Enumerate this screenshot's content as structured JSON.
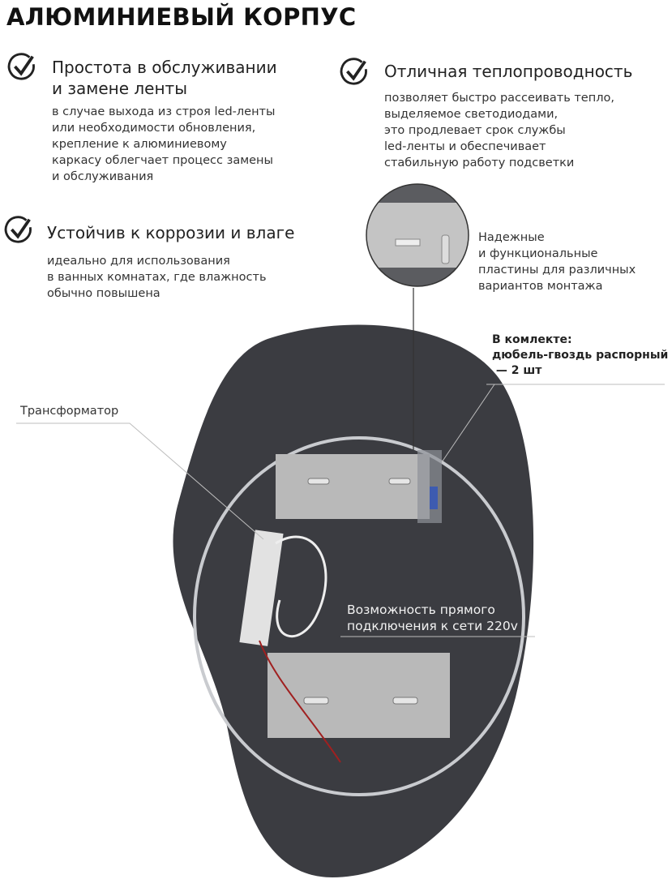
{
  "title": "АЛЮМИНИЕВЫЙ КОРПУС",
  "features": [
    {
      "icon": "check-circle-icon",
      "title_lines": [
        "Простота в обслуживании",
        "и замене ленты"
      ],
      "desc_lines": [
        "в случае выхода из строя led-ленты",
        "или необходимости обновления,",
        "крепление к алюминиевому",
        "каркасу облегчает процесс замены",
        "и обслуживания"
      ]
    },
    {
      "icon": "check-circle-icon",
      "title_lines": [
        "Отличная теплопроводность"
      ],
      "desc_lines": [
        "позволяет быстро рассеивать тепло,",
        "выделяемое светодиодами,",
        "это продлевает срок службы",
        "led-ленты и обеспечивает",
        "стабильную работу подсветки"
      ]
    },
    {
      "icon": "check-circle-icon",
      "title_lines": [
        "Устойчив к коррозии и влаге"
      ],
      "desc_lines": [
        "идеально для использования",
        "в ванных комнатах, где влажность",
        "обычно повышена"
      ]
    }
  ],
  "callouts": {
    "plates": [
      "Надежные",
      "и функциональные",
      "пластины для различных",
      "вариантов монтажа"
    ],
    "kit": [
      "В комлекте:",
      "дюбель-гвоздь распорный",
      " — 2 шт"
    ],
    "transformer": "Трансформатор",
    "power": [
      "Возможность прямого",
      "подключения к сети 220v"
    ]
  },
  "colors": {
    "mirror": "#3b3c41",
    "ring": "#c9cbcf",
    "plate": "#b9b9b9",
    "text": "#222222"
  }
}
